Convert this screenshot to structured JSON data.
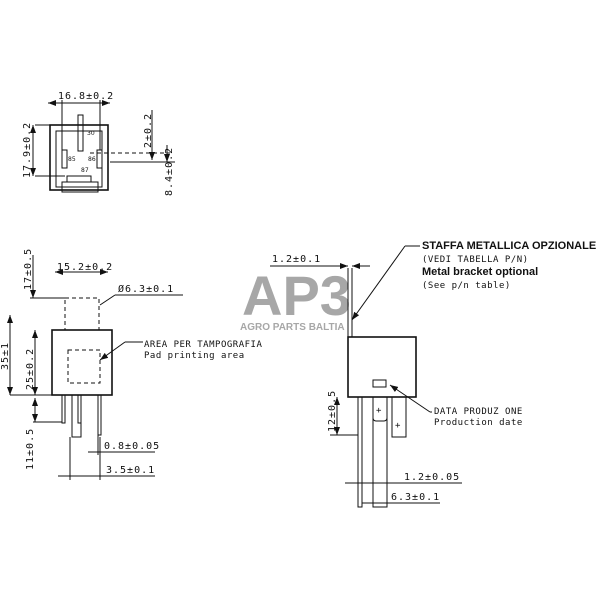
{
  "top_view": {
    "width_dim": "16.8±0.2",
    "height_dim": "17.9±0.2",
    "offset_dim_a": "2±0.2",
    "offset_dim_b": "8.4±0.2",
    "pins": [
      "30",
      "85",
      "86",
      "87"
    ]
  },
  "side_view": {
    "width_dim": "15.2±0.2",
    "hole_dim": "Ø6.3±0.1",
    "bracket_height_dim": "17±0.5",
    "total_height_dim": "35±1",
    "body_height_dim": "25±0.2",
    "pin_length_dim": "11±0.5",
    "pin_thickness_dim": "0.8±0.05",
    "pin_pitch_dim": "3.5±0.1",
    "print_area_it": "AREA PER TAMPOGRAFIA",
    "print_area_en": "Pad printing area"
  },
  "front_view": {
    "bracket_thickness_dim": "1.2±0.1",
    "bracket_note_it": "STAFFA METALLICA OPZIONALE",
    "bracket_note_it_sub": "(VEDI TABELLA P/N)",
    "bracket_note_en": "Metal bracket optional",
    "bracket_note_en_sub": "(See p/n table)",
    "date_note_it": "DATA PRODUZ ONE",
    "date_note_en": "Production date",
    "pin_height_dim": "12±0.5",
    "pin_thickness_dim": "1.2±0.05",
    "pin_width_dim": "6.3±0.1"
  },
  "watermark": {
    "logo": "AP3",
    "name": "AGRO PARTS BALTIA"
  }
}
